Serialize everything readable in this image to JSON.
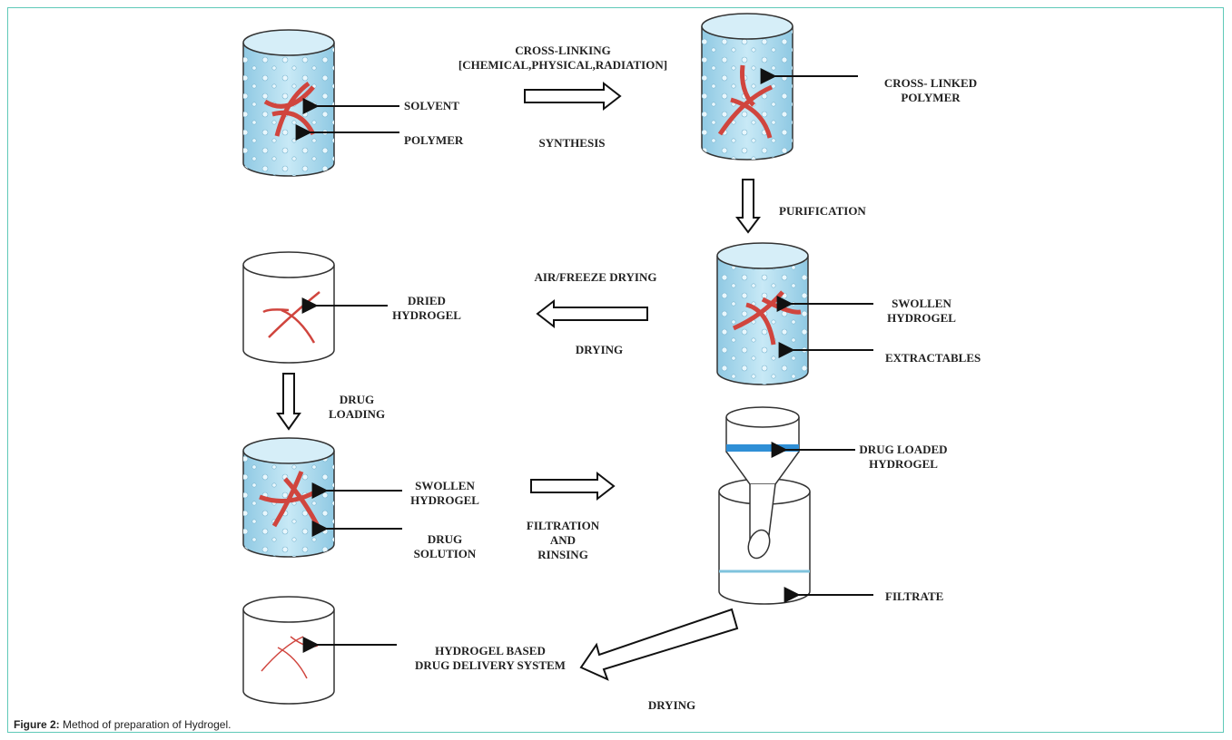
{
  "labels": {
    "cross_linking": [
      "CROSS-LINKING",
      "[CHEMICAL,PHYSICAL,RADIATION]"
    ],
    "synthesis": "SYNTHESIS",
    "solvent": "SOLVENT",
    "polymer": "POLYMER",
    "cross_linked_polymer": [
      "CROSS- LINKED",
      "POLYMER"
    ],
    "purification": "PURIFICATION",
    "air_freeze_drying": "AIR/FREEZE DRYING",
    "drying_1": "DRYING",
    "dried_hydrogel": [
      "DRIED",
      "HYDROGEL"
    ],
    "swollen_hydrogel_1": [
      "SWOLLEN",
      "HYDROGEL"
    ],
    "extractables": "EXTRACTABLES",
    "drug_loading": [
      "DRUG",
      "LOADING"
    ],
    "swollen_hydrogel_2": [
      "SWOLLEN",
      "HYDROGEL"
    ],
    "drug_solution": [
      "DRUG",
      "SOLUTION"
    ],
    "filtration_rinsing": [
      "FILTRATION",
      "AND",
      "RINSING"
    ],
    "drug_loaded_hydrogel": [
      "DRUG LOADED",
      "HYDROGEL"
    ],
    "filtrate": "FILTRATE",
    "hydrogel_based_dds": [
      "HYDROGEL BASED",
      "DRUG DELIVERY SYSTEM"
    ],
    "drying_2": "DRYING"
  },
  "caption": {
    "label": "Figure 2:",
    "text": " Method of preparation of Hydrogel."
  },
  "colors": {
    "frame": "#5fc9b8",
    "water": "#a9d9ee",
    "polymer": "#d0453e",
    "blue_band": "#2f8fd6"
  }
}
